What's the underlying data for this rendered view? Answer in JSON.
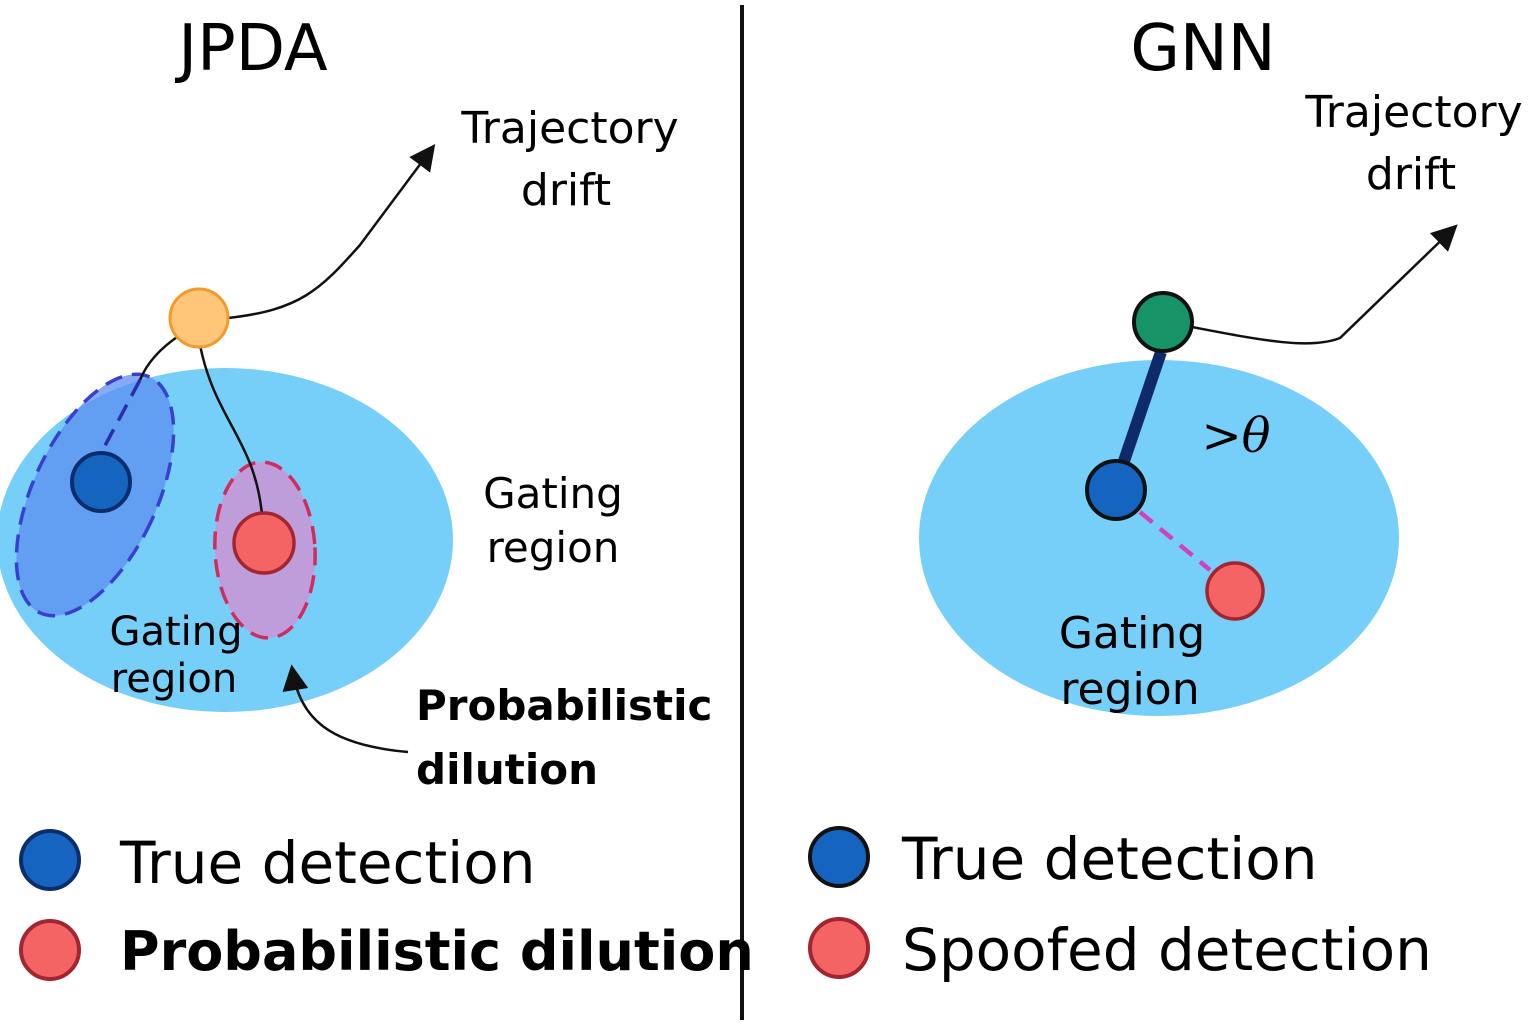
{
  "left_panel": {
    "title": "JPDA",
    "trajectory_label": [
      "Trajectory",
      "drift"
    ],
    "gating_region_outer_label": [
      "Gating",
      "region"
    ],
    "gating_region_inner_label": [
      "Gating",
      "region"
    ],
    "dilution_label": [
      "Probabilistic",
      "dilution"
    ],
    "legend": [
      {
        "label": "True detection",
        "color": "#1565c0",
        "bold": false
      },
      {
        "label": "Probabilistic dilution",
        "color": "#f46464",
        "bold": true
      }
    ]
  },
  "right_panel": {
    "title": "GNN",
    "trajectory_label": [
      "Trajectory",
      "drift"
    ],
    "threshold_label": ">θ",
    "gating_region_label": [
      "Gating",
      "region"
    ],
    "legend": [
      {
        "label": "True detection",
        "color": "#1565c0"
      },
      {
        "label": "Spoofed detection",
        "color": "#f46464"
      }
    ]
  },
  "colors": {
    "gating_region": "#76cff8",
    "true_detection": "#1565c0",
    "spoofed_detection": "#f46464",
    "jpda_track": "#ffc67a",
    "gnn_track": "#179467",
    "dilution_ellipse_blue": "#5c8ff0",
    "dilution_ellipse_pink": "#c39ad8",
    "divider": "#111111"
  }
}
